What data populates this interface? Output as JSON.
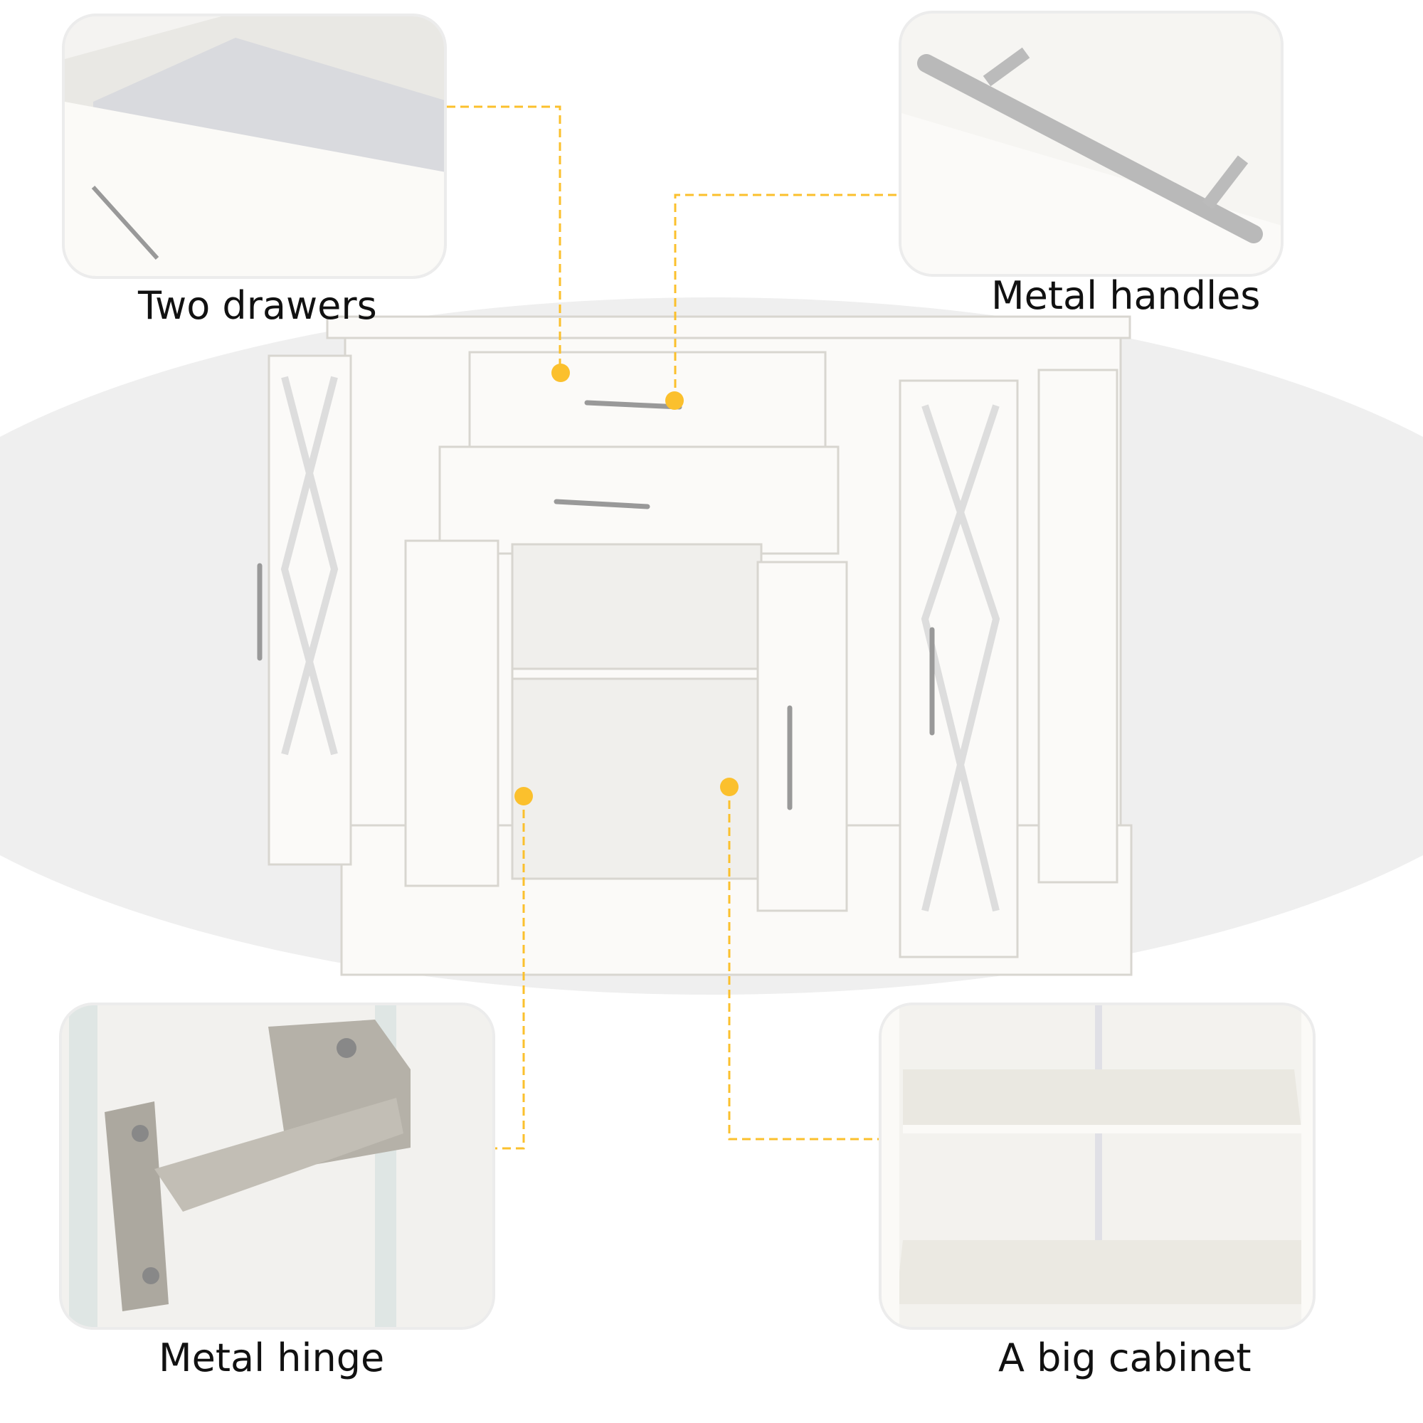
{
  "features": [
    {
      "id": "drawers",
      "label": "Two drawers"
    },
    {
      "id": "handles",
      "label": "Metal handles"
    },
    {
      "id": "hinge",
      "label": "Metal hinge"
    },
    {
      "id": "cabinet",
      "label": "A big cabinet"
    }
  ],
  "colors": {
    "accent": "#fbc02d",
    "furniture": "#f8f7f4",
    "backdrop": "#efefef"
  }
}
